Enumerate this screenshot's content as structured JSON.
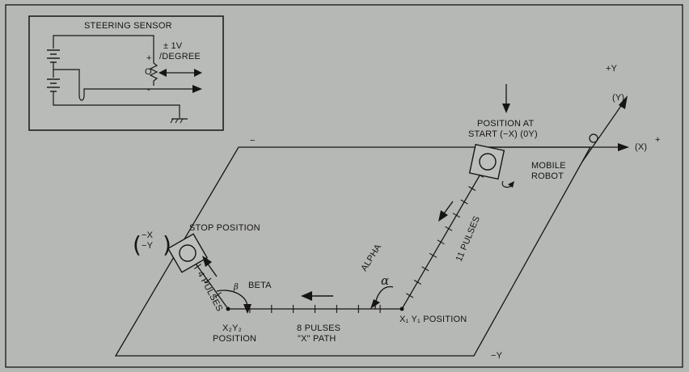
{
  "inset": {
    "title": "STEERING SENSOR",
    "plus": "+",
    "minus": "-",
    "zero": "O",
    "voltage_line1": "± 1V",
    "voltage_line2": "/DEGREE"
  },
  "axes": {
    "plus_y": "+Y",
    "y_paren": "(Y)",
    "x_paren": "(X)",
    "x_plus": "+",
    "minus_y": "−Y",
    "minus_top": "−"
  },
  "labels": {
    "start_line1": "POSITION AT",
    "start_line2": "START (−X) (0Y)",
    "robot_line1": "MOBILE",
    "robot_line2": "ROBOT",
    "pulses_11": "11 PULSES",
    "alpha": "ALPHA",
    "alpha_sym": "α",
    "x1y1": "X₁ Y₁ POSITION",
    "pulses_8_line1": "8 PULSES",
    "pulses_8_line2": "\"X\" PATH",
    "x2y2_line1": "X₂Y₂",
    "x2y2_line2": "POSITION",
    "beta": "BETA",
    "beta_sym": "β",
    "pulses_4": "4 PULSES",
    "stop": "STOP POSITION",
    "neg_x": "−X",
    "neg_y": "−Y"
  },
  "colors": {
    "background": "#b6b8b5",
    "ink": "#151515"
  }
}
